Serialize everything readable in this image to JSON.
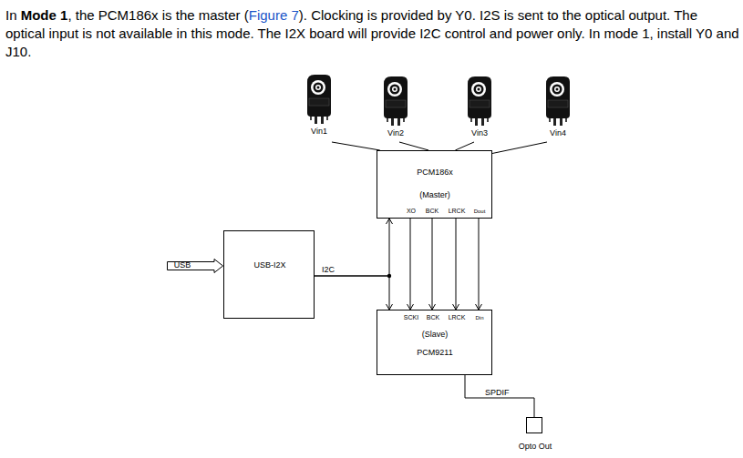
{
  "diagram": {
    "nodes": [
      {
        "text": [
          "Vin1"
        ]
      },
      {
        "text": [
          "Vin2"
        ]
      },
      {
        "text": [
          "Vin3"
        ]
      },
      {
        "text": [
          "Vin4"
        ]
      },
      {
        "text": [
          "PCM186x",
          "(Master)",
          "XO",
          "BCK",
          "LRCK",
          "Dout"
        ]
      },
      {
        "text": [
          "USB"
        ]
      },
      {
        "text": [
          "USB-I2X"
        ]
      },
      {
        "text": [
          "SCKI",
          "BCK",
          "LRCK",
          "Din",
          "(Slave)",
          "PCM9211"
        ]
      },
      {
        "text": [
          "Opto Out"
        ]
      }
    ],
    "edges": [
      {
        "from": 0,
        "to": 4,
        "arrow": "none"
      },
      {
        "from": 1,
        "to": 4,
        "arrow": "none"
      },
      {
        "from": 2,
        "to": 4,
        "arrow": "none"
      },
      {
        "from": 3,
        "to": 4,
        "arrow": "none"
      },
      {
        "from": 4,
        "to": 7,
        "arrow": "to"
      },
      {
        "from": 4,
        "to": 7,
        "arrow": "to"
      },
      {
        "from": 4,
        "to": 7,
        "arrow": "to"
      },
      {
        "from": 4,
        "to": 7,
        "arrow": "to"
      },
      {
        "from": 6,
        "to": 4,
        "label": "I2C",
        "arrow": "to"
      },
      {
        "from": 6,
        "to": 7,
        "arrow": "to"
      },
      {
        "from": 7,
        "to": 8,
        "label": "SPDIF",
        "arrow": "none"
      }
    ],
    "labels": [
      "In",
      "Mode 1",
      ", the PCM186x is the master (",
      "Figure 7",
      "). Clocking is provided by Y0. I2S is sent to the optical output. The optical input is not available in this mode. The I2X board will provide I2C control and power only. In mode 1, install Y0 and J10."
    ]
  }
}
